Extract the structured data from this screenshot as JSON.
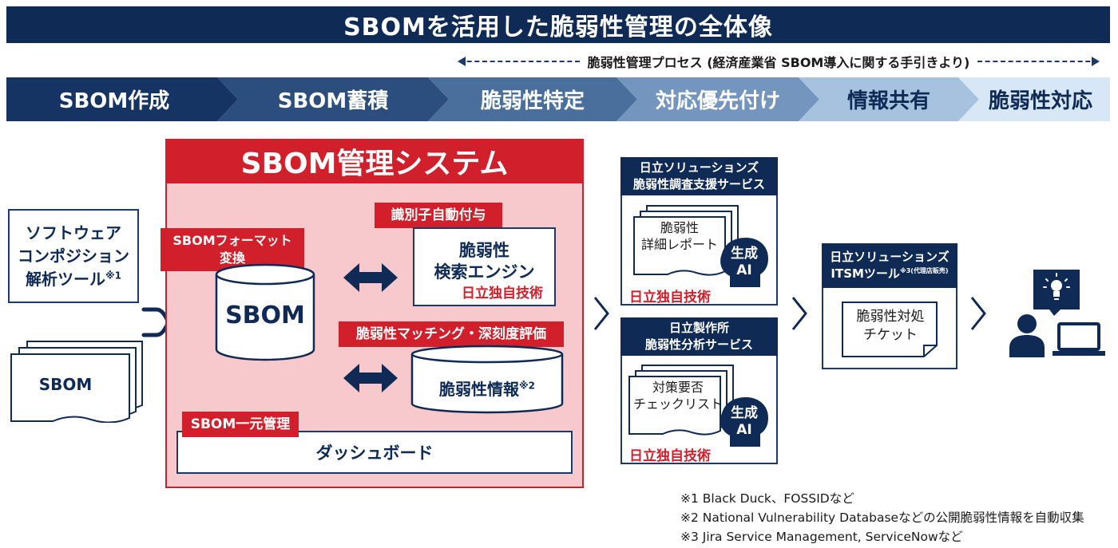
{
  "title": "SBOMを活用した脆弱性管理の全体像",
  "process_label": "脆弱性管理プロセス (経済産業省 SBOM導入に関する手引きより)",
  "steps": [
    "SBOM作成",
    "SBOM蓄積",
    "脆弱性特定",
    "対応優先付け",
    "情報共有",
    "脆弱性対応"
  ],
  "colors": {
    "navy": "#0e2a55",
    "red": "#d11f2b",
    "pink": "#f7c8cc",
    "step_colors": [
      "#153463",
      "#2b4e7f",
      "#4a6f9c",
      "#7495bd",
      "#a6c2de",
      "#d7e7f5"
    ]
  },
  "left": {
    "sca_line1": "ソフトウェア",
    "sca_line2": "コンポジション",
    "sca_line3": "解析ツール",
    "sca_note": "※1",
    "sbom_doc": "SBOM",
    "shuffle_icon": "shuffle-icon"
  },
  "system": {
    "title": "SBOM管理システム",
    "format_tag_line1": "SBOMフォーマット",
    "format_tag_line2": "変換",
    "sbom_db": "SBOM",
    "id_tag": "識別子自動付与",
    "engine_line1": "脆弱性",
    "engine_line2": "検索エンジン",
    "engine_tech": "日立独自技術",
    "matching_tag": "脆弱性マッチング・深刻度評価",
    "vuln_info": "脆弱性情報",
    "vuln_info_note": "※2",
    "central_tag": "SBOM一元管理",
    "dashboard": "ダッシュボード"
  },
  "services": {
    "svc1_line1": "日立ソリューションズ",
    "svc1_line2": "脆弱性調査支援サービス",
    "svc1_doc_line1": "脆弱性",
    "svc1_doc_line2": "詳細レポート",
    "svc1_ai_line1": "生成",
    "svc1_ai_line2": "AI",
    "svc1_tech": "日立独自技術",
    "svc2_line1": "日立製作所",
    "svc2_line2": "脆弱性分析サービス",
    "svc2_doc_line1": "対策要否",
    "svc2_doc_line2": "チェックリスト",
    "svc2_ai_line1": "生成",
    "svc2_ai_line2": "AI",
    "svc2_tech": "日立独自技術"
  },
  "itsm": {
    "line1": "日立ソリューションズ",
    "line2": "ITSMツール",
    "note": "※3(代理店販売)",
    "ticket_line1": "脆弱性対処",
    "ticket_line2": "チケット"
  },
  "notes": [
    "※1 Black Duck、FOSSIDなど",
    "※2 National Vulnerability Databaseなどの公開脆弱性情報を自動収集",
    "※3 Jira Service Management, ServiceNowなど"
  ]
}
